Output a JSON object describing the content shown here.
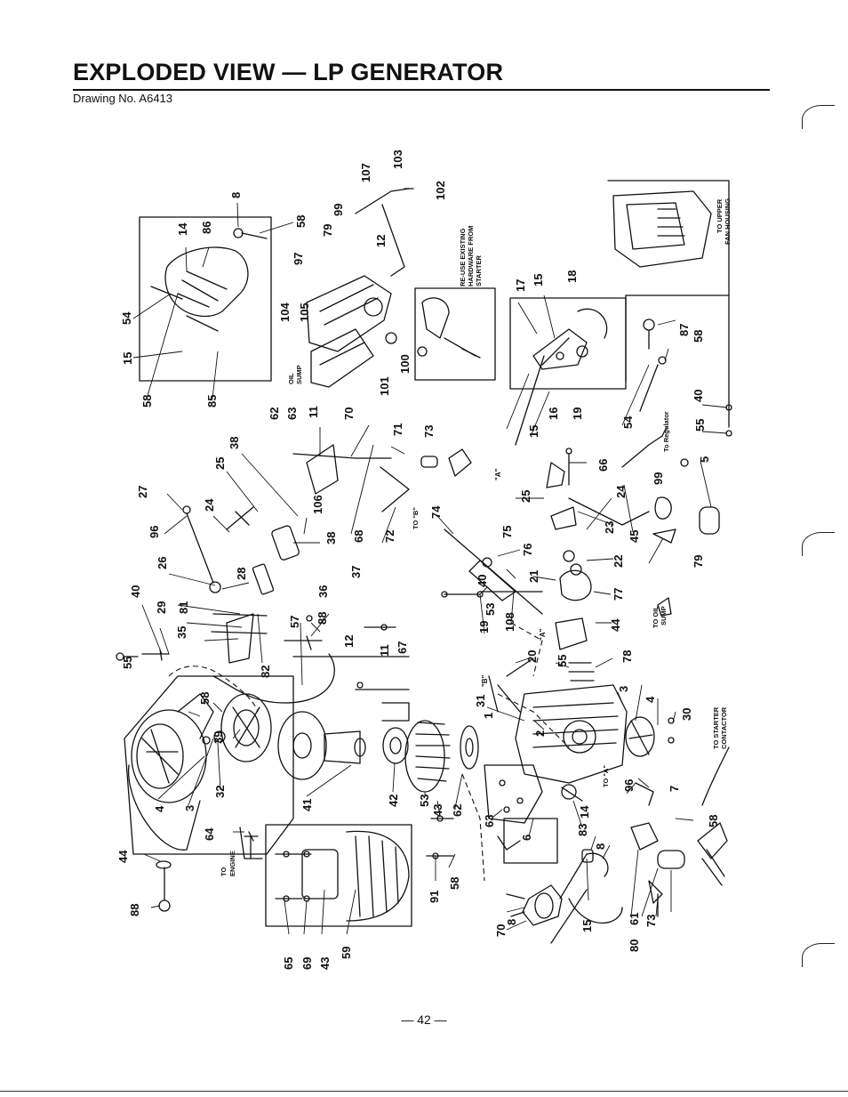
{
  "header": {
    "title": "EXPLODED VIEW — LP GENERATOR",
    "drawing_number": "Drawing No. A6413"
  },
  "footer": {
    "page_number": "— 42 —"
  },
  "notes": {
    "reuse_hardware": [
      "RE-USE EXISTING",
      "HARDWARE FROM",
      "STARTER"
    ],
    "to_upper_fan_housing": [
      "TO UPPER",
      "FAN HOUSING"
    ],
    "to_starter_contactor": [
      "TO STARTER",
      "CONTACTOR"
    ],
    "to_engine": [
      "TO",
      "ENGINE"
    ],
    "oil_sump_top": [
      "OIL",
      "SUMP"
    ],
    "to_oil_sump": [
      "TO OIL",
      "SUMP"
    ],
    "to_regulator": "To Regulator",
    "to_a": "TO \"A\"",
    "to_b": "TO \"B\"",
    "mark_a": "\"A\"",
    "mark_b": "\"B\"",
    "mark_a2": "\"A\""
  },
  "callouts": [
    {
      "t": "8"
    },
    {
      "t": "58"
    },
    {
      "t": "86"
    },
    {
      "t": "14"
    },
    {
      "t": "54"
    },
    {
      "t": "15"
    },
    {
      "t": "58"
    },
    {
      "t": "85"
    },
    {
      "t": "107"
    },
    {
      "t": "103"
    },
    {
      "t": "102"
    },
    {
      "t": "99"
    },
    {
      "t": "79"
    },
    {
      "t": "12"
    },
    {
      "t": "97"
    },
    {
      "t": "104"
    },
    {
      "t": "105"
    },
    {
      "t": "100"
    },
    {
      "t": "101"
    },
    {
      "t": "17"
    },
    {
      "t": "15"
    },
    {
      "t": "18"
    },
    {
      "t": "16"
    },
    {
      "t": "19"
    },
    {
      "t": "15"
    },
    {
      "t": "87"
    },
    {
      "t": "58"
    },
    {
      "t": "54"
    },
    {
      "t": "40"
    },
    {
      "t": "55"
    },
    {
      "t": "5"
    },
    {
      "t": "62"
    },
    {
      "t": "63"
    },
    {
      "t": "11"
    },
    {
      "t": "70"
    },
    {
      "t": "71"
    },
    {
      "t": "73"
    },
    {
      "t": "38"
    },
    {
      "t": "25"
    },
    {
      "t": "27"
    },
    {
      "t": "96"
    },
    {
      "t": "24"
    },
    {
      "t": "106"
    },
    {
      "t": "38"
    },
    {
      "t": "68"
    },
    {
      "t": "72"
    },
    {
      "t": "74"
    },
    {
      "t": "66"
    },
    {
      "t": "25"
    },
    {
      "t": "24"
    },
    {
      "t": "99"
    },
    {
      "t": "23"
    },
    {
      "t": "45"
    },
    {
      "t": "22"
    },
    {
      "t": "79"
    },
    {
      "t": "75"
    },
    {
      "t": "76"
    },
    {
      "t": "26"
    },
    {
      "t": "28"
    },
    {
      "t": "37"
    },
    {
      "t": "36"
    },
    {
      "t": "40"
    },
    {
      "t": "29"
    },
    {
      "t": "81"
    },
    {
      "t": "35"
    },
    {
      "t": "88"
    },
    {
      "t": "57"
    },
    {
      "t": "82"
    },
    {
      "t": "55"
    },
    {
      "t": "40"
    },
    {
      "t": "19"
    },
    {
      "t": "21"
    },
    {
      "t": "77"
    },
    {
      "t": "108"
    },
    {
      "t": "44"
    },
    {
      "t": "20"
    },
    {
      "t": "78"
    },
    {
      "t": "55"
    },
    {
      "t": "53"
    },
    {
      "t": "31"
    },
    {
      "t": "58"
    },
    {
      "t": "39"
    },
    {
      "t": "12"
    },
    {
      "t": "11"
    },
    {
      "t": "67"
    },
    {
      "t": "1"
    },
    {
      "t": "2"
    },
    {
      "t": "3"
    },
    {
      "t": "4"
    },
    {
      "t": "30"
    },
    {
      "t": "4"
    },
    {
      "t": "3"
    },
    {
      "t": "32"
    },
    {
      "t": "41"
    },
    {
      "t": "42"
    },
    {
      "t": "53"
    },
    {
      "t": "43"
    },
    {
      "t": "62"
    },
    {
      "t": "63"
    },
    {
      "t": "6"
    },
    {
      "t": "7"
    },
    {
      "t": "96"
    },
    {
      "t": "44"
    },
    {
      "t": "88"
    },
    {
      "t": "64"
    },
    {
      "t": "65"
    },
    {
      "t": "69"
    },
    {
      "t": "43"
    },
    {
      "t": "59"
    },
    {
      "t": "91"
    },
    {
      "t": "58"
    },
    {
      "t": "8"
    },
    {
      "t": "70"
    },
    {
      "t": "15"
    },
    {
      "t": "14"
    },
    {
      "t": "83"
    },
    {
      "t": "8"
    },
    {
      "t": "58"
    },
    {
      "t": "80"
    },
    {
      "t": "61"
    },
    {
      "t": "73"
    }
  ]
}
